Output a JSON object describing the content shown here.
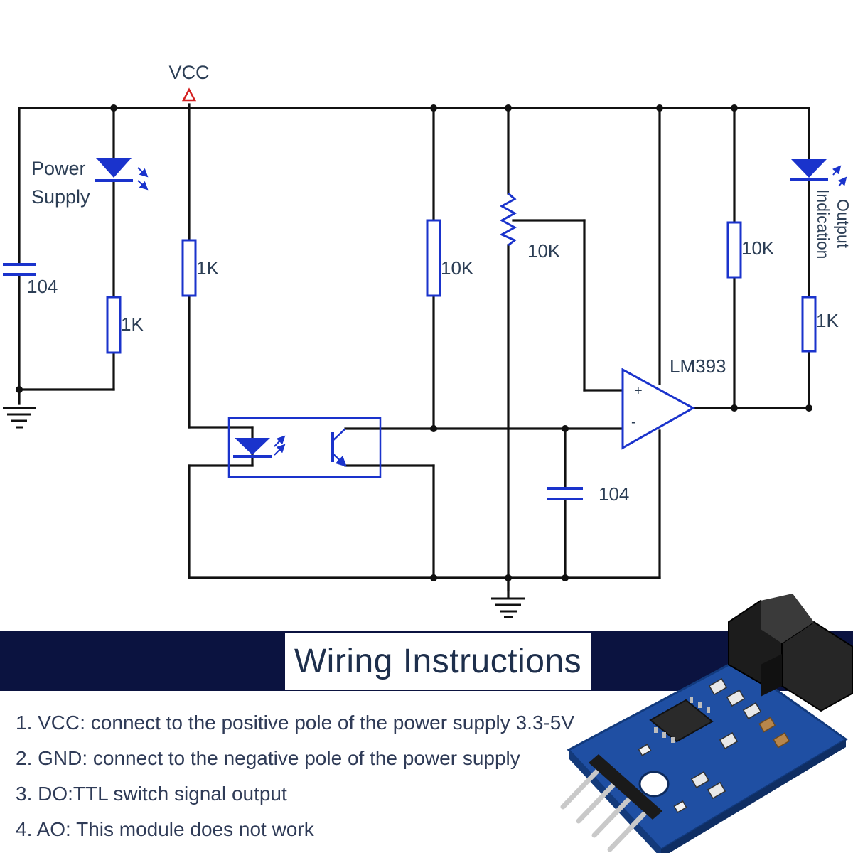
{
  "schematic": {
    "vcc_label": "VCC",
    "power_supply_label_line1": "Power",
    "power_supply_label_line2": "Supply",
    "output_indication_line1": "Output",
    "output_indication_line2": "Indication",
    "ic_label": "LM393",
    "opamp_plus": "+",
    "opamp_minus": "-",
    "components": {
      "c_left": "104",
      "r_led_left": "1K",
      "r_emitter": "1K",
      "r_pullup_collector": "10K",
      "pot": "10K",
      "r_pullup_output": "10K",
      "r_led_right": "1K",
      "c_filter": "104"
    },
    "colors": {
      "wire": "#111111",
      "component": "#1a33cc",
      "vcc_marker": "#d42020",
      "label_text": "#2c3e55"
    }
  },
  "banner": {
    "title": "Wiring Instructions",
    "background_color": "#0b1340"
  },
  "instructions": [
    "1. VCC: connect to the positive pole of the power supply 3.3-5V",
    "2. GND: connect to the negative pole of the power supply",
    "3. DO:TTL switch signal output",
    "4. AO: This module does not work"
  ],
  "module_photo": {
    "description_icon": "photo-interrupter-module-icon"
  }
}
